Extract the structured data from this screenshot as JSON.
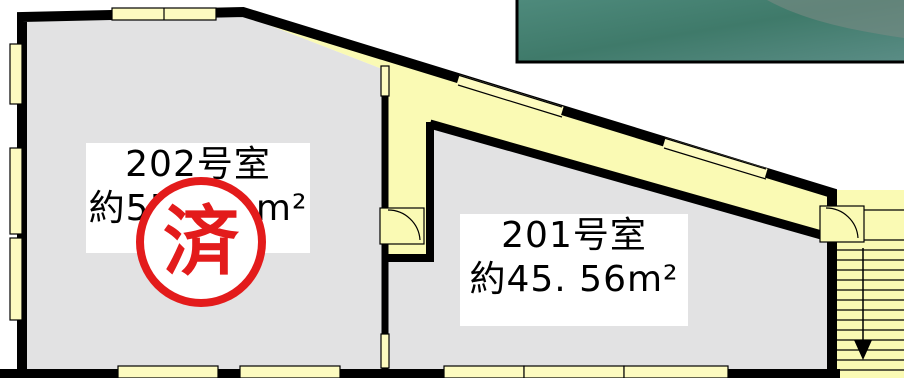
{
  "rooms": [
    {
      "number": "202号室",
      "area": "約55.",
      "unit": "m²",
      "status_stamp": "済"
    },
    {
      "number": "201号室",
      "area": "約45. 56m²"
    }
  ],
  "colors": {
    "room_floor": "#e2e2e3",
    "corridor": "#fafab4",
    "wall": "#000000",
    "stamp": "#e31b1b",
    "window": "#fdfbc0"
  },
  "icons": [
    "stair-down-arrow-icon",
    "door-swing-icon",
    "sliding-window-icon"
  ]
}
